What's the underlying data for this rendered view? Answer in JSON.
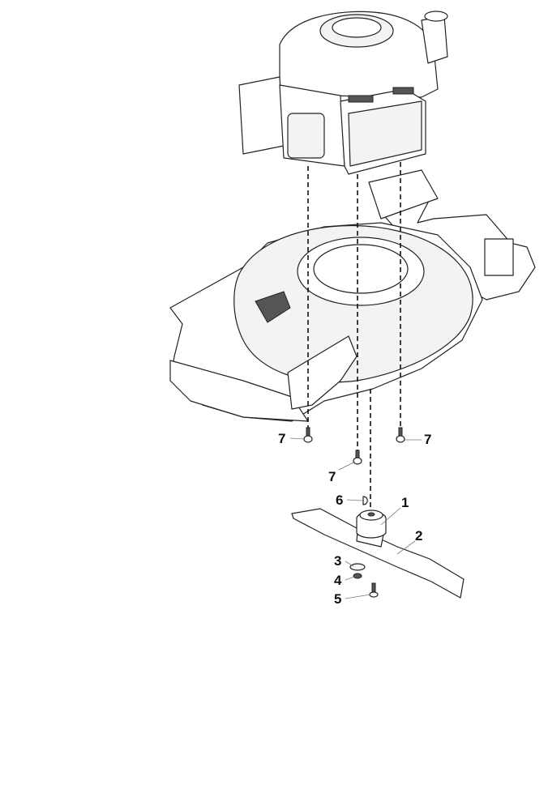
{
  "diagram": {
    "type": "exploded-parts-diagram",
    "parts": [
      "engine",
      "mower-deck",
      "blade-adapter",
      "blade",
      "washer",
      "spring-washer",
      "blade-bolt",
      "key",
      "engine-bolt"
    ],
    "callouts": {
      "c1": "1",
      "c2": "2",
      "c3": "3",
      "c4": "4",
      "c5": "5",
      "c6": "6",
      "c7a": "7",
      "c7b": "7",
      "c7c": "7"
    }
  }
}
